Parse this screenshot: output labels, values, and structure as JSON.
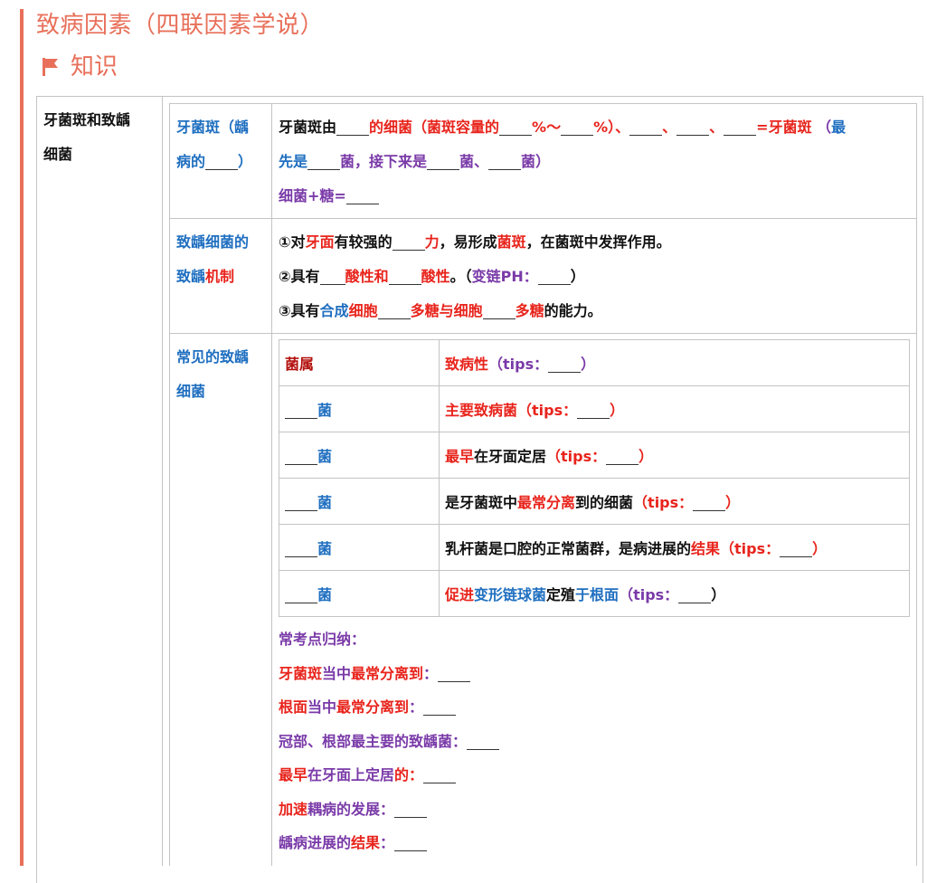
{
  "header": {
    "title": "致病因素（四联因素学说）",
    "subtitle": "知识"
  },
  "section": {
    "label_line1": "牙菌斑和致龋",
    "label_line2": "细菌"
  },
  "plaque": {
    "label_a": "牙菌斑（龋",
    "label_b": "病的",
    "label_c": "）",
    "l1_a": "牙菌斑由",
    "l1_b": "的细菌（菌斑容量的",
    "l1_c": "%～",
    "l1_d": "%）、",
    "l1_e": "、",
    "l1_f": "、",
    "l1_g": "=牙菌斑",
    "l1_h": "（",
    "l1_i": "最",
    "l2_a": "先是",
    "l2_b": "菌，接下来是",
    "l2_c": "菌、",
    "l2_d": "菌",
    "l2_e": "）",
    "l3": "细菌+糖="
  },
  "mechanism": {
    "label_a": "致龋细菌的",
    "label_b": "致龋",
    "label_c": "机制",
    "l1_a": "①对",
    "l1_b": "牙面",
    "l1_c": "有较强的",
    "l1_d": "力",
    "l1_e": "，易形成",
    "l1_f": "菌斑",
    "l1_g": "，在菌斑中发挥作用。",
    "l2_a": "②具有",
    "l2_b": "酸性和",
    "l2_c": "酸性",
    "l2_d": "。（",
    "l2_e": "变链PH：",
    "l2_f": "）",
    "l3_a": "③具有",
    "l3_b": "合成",
    "l3_c": "细胞",
    "l3_d": "多糖与细胞",
    "l3_e": "多糖",
    "l3_f": "的能力。"
  },
  "common": {
    "label_a": "常见的致龋",
    "label_b": "细菌",
    "table": {
      "h1": "菌属",
      "h2a": "致病性",
      "h2b": "（tips：",
      "h2c": "）",
      "bac_suffix": "菌",
      "r1a": "主要致病菌",
      "r1b": "（tips：",
      "r1c": "）",
      "r2a": "最早",
      "r2b": "在牙面定居",
      "r2c": "（tips：",
      "r2d": "）",
      "r3a": "是牙菌斑中",
      "r3b": "最常分离",
      "r3c": "到的细菌",
      "r3d": "（tips：",
      "r3e": "）",
      "r4a": "乳杆菌是口腔的正常菌群，是病进展的",
      "r4b": "结果",
      "r4c": "（tips：",
      "r4d": "）",
      "r5a": "促进",
      "r5b": "变形链球菌",
      "r5c": "定殖",
      "r5d": "于根面",
      "r5e": "（tips：",
      "r5f": "）"
    },
    "notes": {
      "title": "常考点归纳：",
      "n1a": "牙菌斑",
      "n1b": "当中",
      "n1c": "最常分离到",
      "n1d": "：",
      "n2a": "根面",
      "n2b": "当中",
      "n2c": "最常分离到",
      "n2d": "：",
      "n3": "冠部、根部最主要的致龋菌：",
      "n4a": "最早",
      "n4b": "在牙面上定居",
      "n4c": "的：",
      "n5a": "加速",
      "n5b": "耦病的发展：",
      "n6a": "龋病进展的",
      "n6b": "结果",
      "n6c": "："
    }
  },
  "colors": {
    "accent": "#e8705a",
    "blue": "#1f6fc0",
    "red": "#e8241c",
    "purple": "#7a3aa8",
    "border": "#c4c4c4"
  },
  "icons": [
    "flag-icon"
  ]
}
